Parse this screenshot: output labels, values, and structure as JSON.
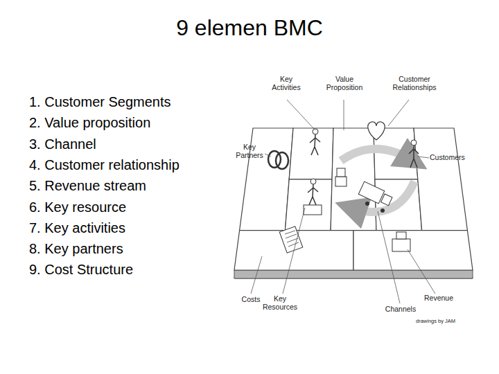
{
  "diagram": {
    "title": "9 elemen BMC",
    "labels": [
      "1. Customer Segments",
      "2. Value proposition",
      "3. Channel",
      "4. Customer relationship",
      "5. Revenue stream",
      "6. Key resource",
      "7. Key activities",
      "8. Key partners",
      "9. Cost Structure",
      "Key Activities",
      "Value Proposition",
      "Customer Relationships",
      "Key Partners",
      "Customers",
      "Costs",
      "Key Resources",
      "Channels",
      "Revenue",
      "drawings by JAM"
    ]
  }
}
